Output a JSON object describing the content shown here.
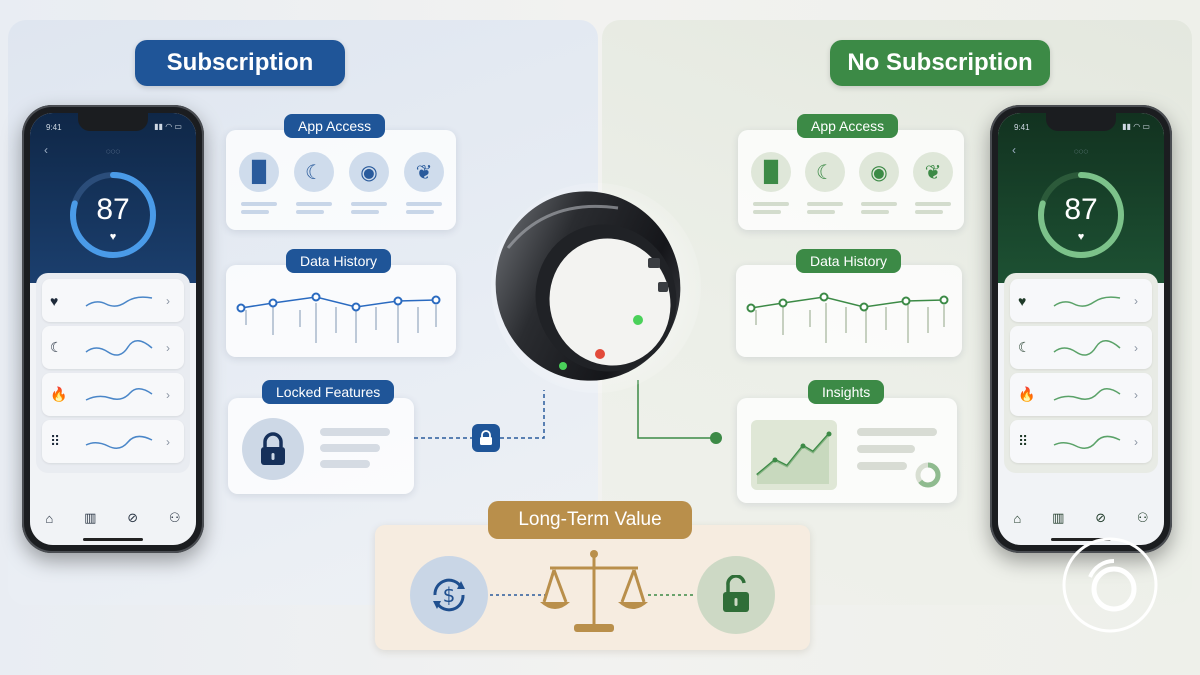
{
  "left": {
    "title": "Subscription",
    "cards": {
      "app_access": "App Access",
      "data_history": "Data History",
      "locked_features": "Locked Features"
    },
    "phone": {
      "time": "9:41",
      "score": "87"
    }
  },
  "right": {
    "title": "No Subscription",
    "cards": {
      "app_access": "App Access",
      "data_history": "Data History",
      "insights": "Insights"
    },
    "phone": {
      "score": "87"
    }
  },
  "bottom": {
    "title": "Long-Term Value"
  },
  "colors": {
    "subscription_blue": "#1f5598",
    "no_subscription_green": "#3c8a46",
    "value_gold": "#b98f4b"
  },
  "icons": {
    "app_access": [
      "bar-chart-icon",
      "moon-icon",
      "brain-icon",
      "leaf-icon"
    ],
    "phone_rows": [
      "heart-icon",
      "moon-icon",
      "flame-icon",
      "footsteps-icon"
    ],
    "tabbar": [
      "home-icon",
      "stats-icon",
      "leaf-icon",
      "profile-icon"
    ]
  }
}
